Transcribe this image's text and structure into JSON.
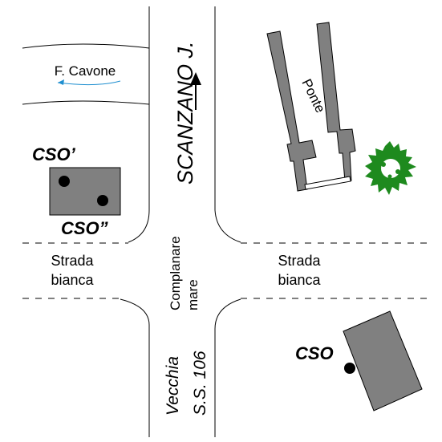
{
  "labels": {
    "river": "F. Cavone",
    "town": "SCANZANO J.",
    "bridge": "Ponte",
    "cso_top": "CSO’",
    "cso_bottom": "CSO”",
    "cso_right": "CSO",
    "strada_left_1": "Strada",
    "strada_left_2": "bianca",
    "strada_right_1": "Strada",
    "strada_right_2": "bianca",
    "complanare_1": "Complanare",
    "complanare_2": "mare",
    "vecchia_1": "Vecchia",
    "vecchia_2": "S.S. 106"
  },
  "colors": {
    "line": "#000000",
    "building": "#808080",
    "river_arrow": "#1f8fd0",
    "tree": "#1e8a1e",
    "dot": "#000000"
  },
  "icons": {
    "north_arrow": "arrow-up-icon",
    "tree": "tree-icon",
    "river_flow": "river-flow-arrow-icon"
  }
}
